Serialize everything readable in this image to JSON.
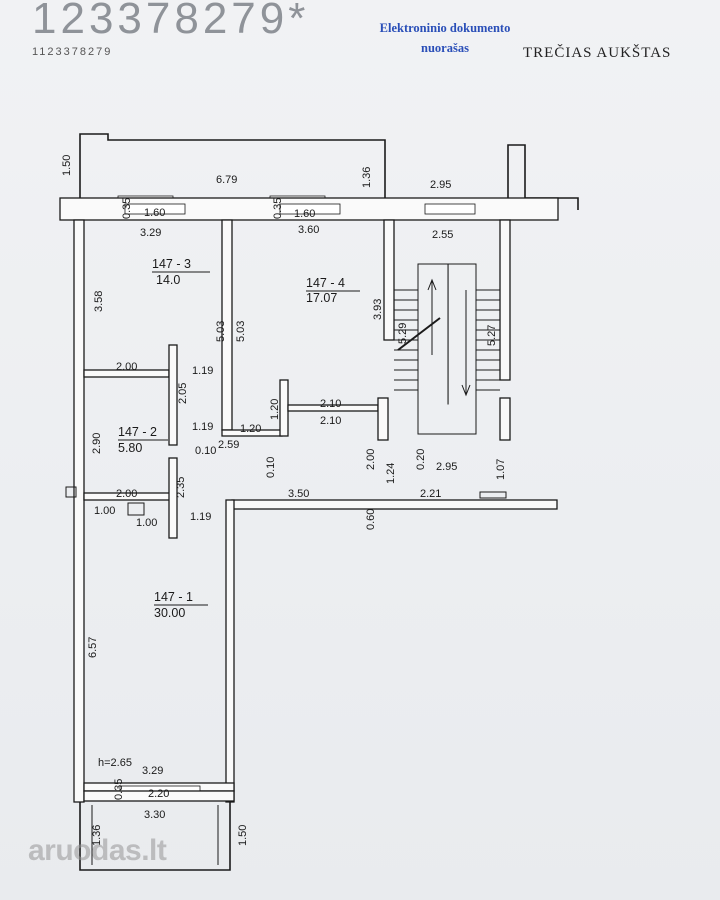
{
  "header": {
    "doc_number_large": "123378279*",
    "doc_number_small": "1123378279",
    "stamp_line1": "Elektroninio dokumento",
    "stamp_line2": "nuorašas",
    "floor_title": "TREČIAS AUKŠTAS"
  },
  "rooms": {
    "r3": {
      "id": "147 - 3",
      "area": "14.0"
    },
    "r4": {
      "id": "147 - 4",
      "area": "17.07"
    },
    "r2": {
      "id": "147 - 2",
      "area": "5.80"
    },
    "r1": {
      "id": "147 - 1",
      "area": "30.00"
    }
  },
  "dimensions": {
    "d_150_top": "1.50",
    "d_679": "6.79",
    "d_136_top": "1.36",
    "d_295_top": "2.95",
    "d_035_a": "0.35",
    "d_160_a": "1.60",
    "d_035_b": "0.35",
    "d_160_b": "1.60",
    "d_329_top": "3.29",
    "d_360": "3.60",
    "d_255": "2.55",
    "d_358": "3.58",
    "d_503_a": "5.03",
    "d_503_b": "5.03",
    "d_393": "3.93",
    "d_529": "5.29",
    "d_527": "5.27",
    "d_200_a": "2.00",
    "d_119_a": "1.19",
    "d_205": "2.05",
    "d_120_v": "1.20",
    "d_210_a": "2.10",
    "d_210_b": "2.10",
    "d_290": "2.90",
    "d_119_b": "1.19",
    "d_120_h": "1.20",
    "d_010_a": "0.10",
    "d_259": "2.59",
    "d_200_b": "2.00",
    "d_124": "1.24",
    "d_020": "0.20",
    "d_295_mid": "2.95",
    "d_107": "1.07",
    "d_010_b": "0.10",
    "d_235": "2.35",
    "d_350": "3.50",
    "d_221": "2.21",
    "d_200_c": "2.00",
    "d_100_a": "1.00",
    "d_100_b": "1.00",
    "d_119_c": "1.19",
    "d_060": "0.60",
    "d_657": "6.57",
    "height": "h=2.65",
    "d_329_bottom": "3.29",
    "d_035_c": "0.35",
    "d_220": "2.20",
    "d_330": "3.30",
    "d_136_bottom": "1.36",
    "d_150_bottom": "1.50"
  },
  "watermark": "aruodas.lt"
}
